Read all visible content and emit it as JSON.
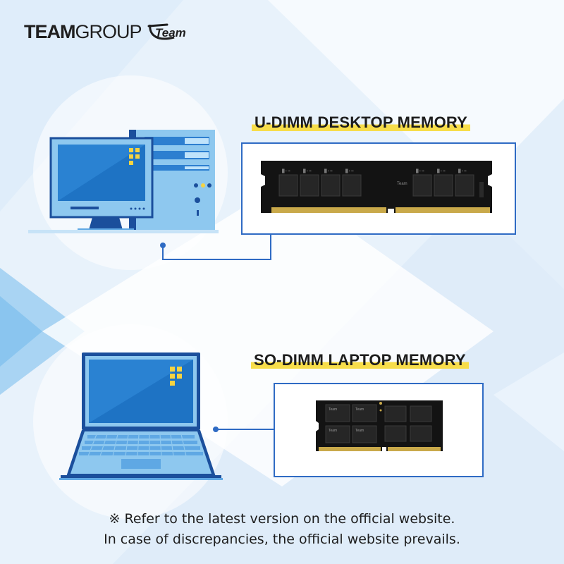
{
  "brand": {
    "word_part1": "TEAM",
    "word_part2": "GROUP",
    "logo_text": "Team"
  },
  "sections": [
    {
      "title": "U-DIMM DESKTOP MEMORY",
      "device_icon": "desktop-computer-icon",
      "module_icon": "udimm-memory-module-icon",
      "chip_label": "Team"
    },
    {
      "title": "SO-DIMM LAPTOP MEMORY",
      "device_icon": "laptop-icon",
      "module_icon": "sodimm-memory-module-icon",
      "chip_label": "Team"
    }
  ],
  "notes": {
    "line1": "※ Refer to the latest version on the official website.",
    "line2": "In case of discrepancies, the official website prevails."
  },
  "colors": {
    "accent_blue": "#2f6bc4",
    "highlight_yellow": "#f7dd4a",
    "screen_blue": "#1e73c4",
    "device_light_blue": "#8ec8ef"
  }
}
